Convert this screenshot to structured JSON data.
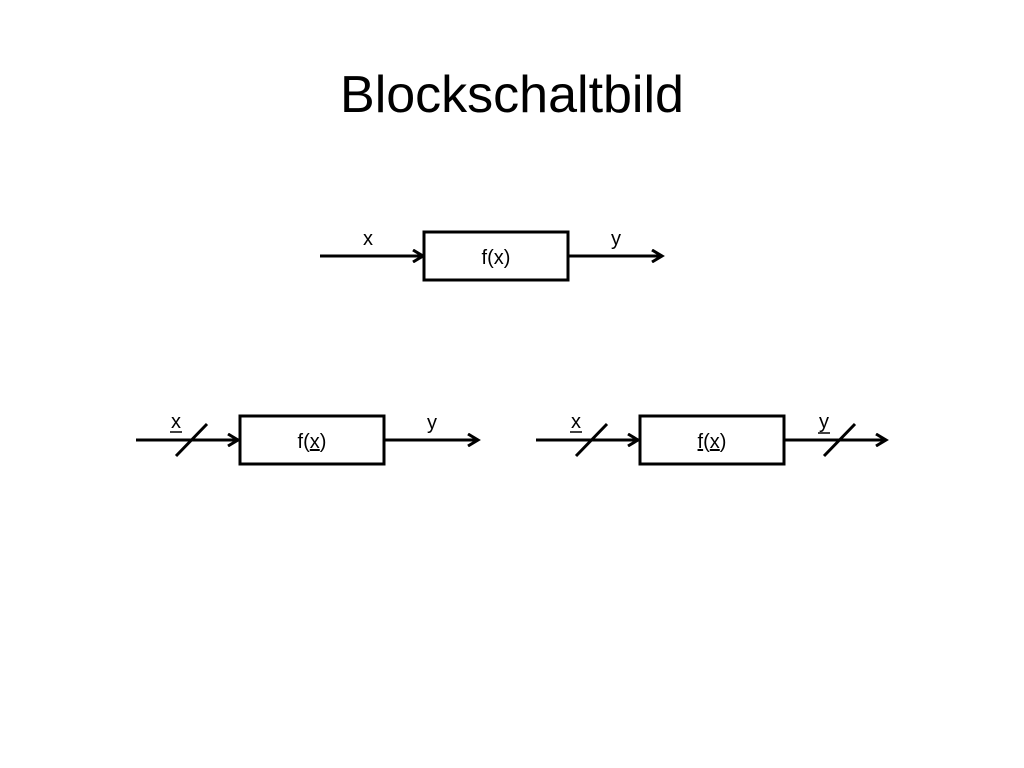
{
  "slide": {
    "title": "Blockschaltbild"
  },
  "diagrams": [
    {
      "input_label": "x",
      "block_label_parts": [
        {
          "text": "f(",
          "underline": false
        },
        {
          "text": "x",
          "underline": false
        },
        {
          "text": ")",
          "underline": false
        }
      ],
      "output_label": "y",
      "input_underlined": false,
      "output_underlined": false,
      "input_vector_slash": false,
      "output_vector_slash": false
    },
    {
      "input_label": "x",
      "block_label_parts": [
        {
          "text": "f(",
          "underline": false
        },
        {
          "text": "x",
          "underline": true
        },
        {
          "text": ")",
          "underline": false
        }
      ],
      "output_label": "y",
      "input_underlined": true,
      "output_underlined": false,
      "input_vector_slash": true,
      "output_vector_slash": false
    },
    {
      "input_label": "x",
      "block_label_parts": [
        {
          "text": "f",
          "underline": true
        },
        {
          "text": "(",
          "underline": false
        },
        {
          "text": "x",
          "underline": true
        },
        {
          "text": ")",
          "underline": false
        }
      ],
      "output_label": "y",
      "input_underlined": true,
      "output_underlined": true,
      "input_vector_slash": true,
      "output_vector_slash": true
    }
  ],
  "colors": {
    "stroke": "#000000",
    "background": "#ffffff"
  }
}
